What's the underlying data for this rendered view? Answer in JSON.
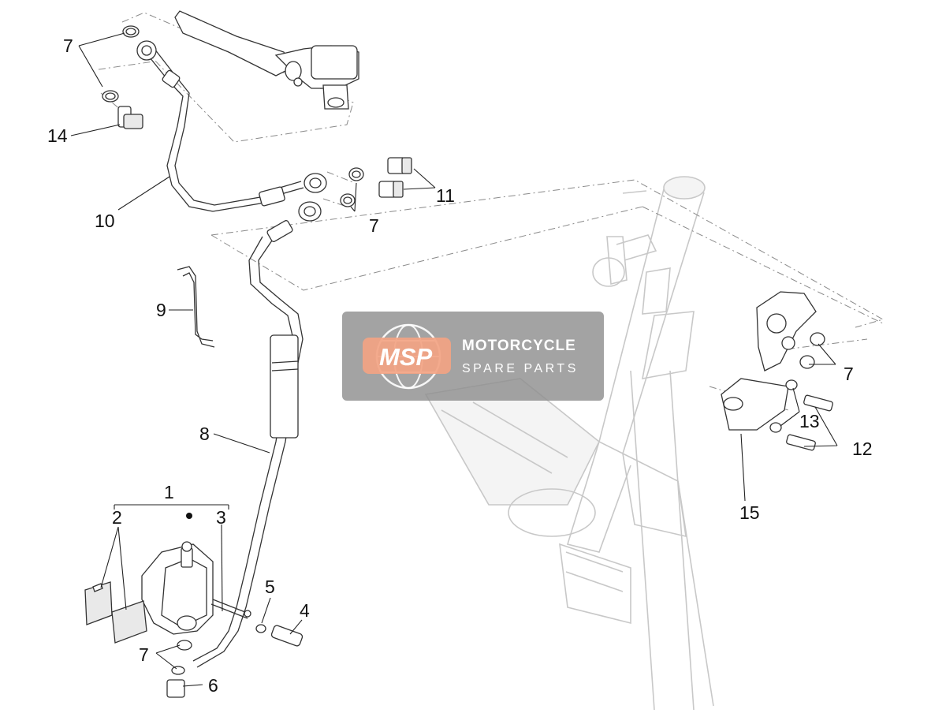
{
  "callouts": {
    "c1": "1",
    "c2": "2",
    "c3": "3",
    "c4": "4",
    "c5": "5",
    "c6": "6",
    "c7a": "7",
    "c7b": "7",
    "c7c": "7",
    "c7d": "7",
    "c8": "8",
    "c9": "9",
    "c10": "10",
    "c11": "11",
    "c12": "12",
    "c13": "13",
    "c14": "14",
    "c15": "15"
  },
  "watermark": {
    "logo": "MSP",
    "line1": "MOTORCYCLE",
    "line2": "SPARE PARTS"
  },
  "colors": {
    "line_art": "#333333",
    "background_art": "#c8c8c8",
    "watermark_band": "#8f8f8f",
    "logo_accent": "#f2a383"
  }
}
